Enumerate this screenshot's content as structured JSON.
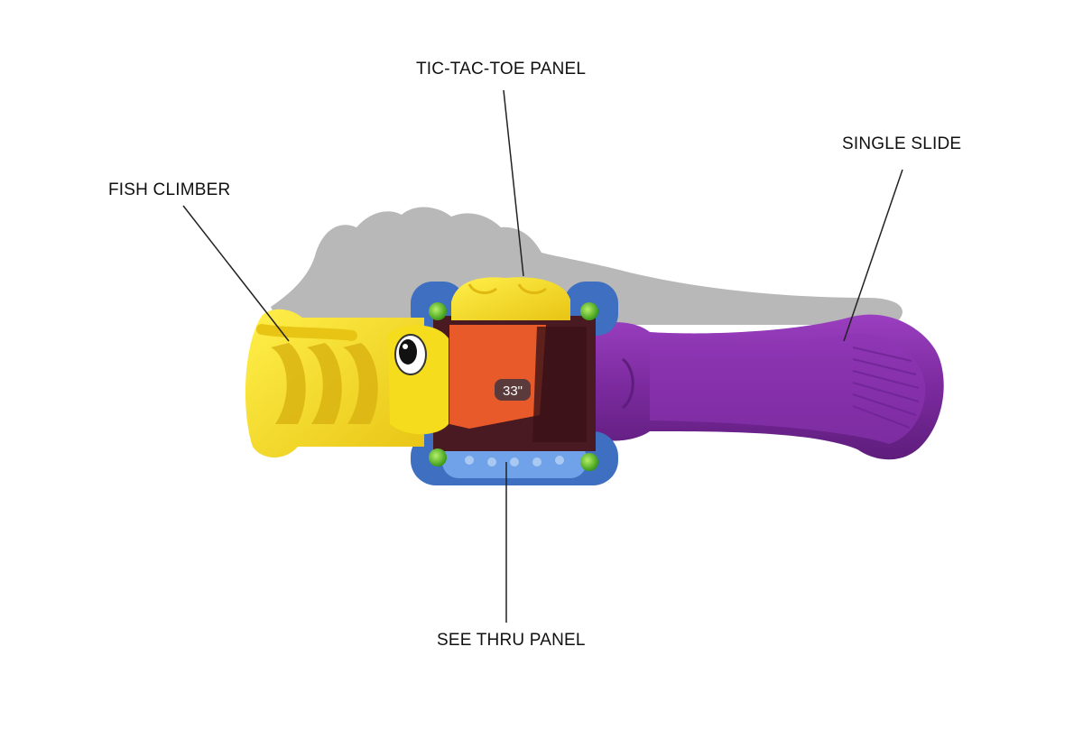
{
  "callouts": {
    "tic_tac_toe": "TIC-TAC-TOE PANEL",
    "single_slide": "SINGLE SLIDE",
    "fish_climber": "FISH CLIMBER",
    "see_thru": "SEE THRU PANEL"
  },
  "deck_height": "33\"",
  "colors": {
    "yellow": "#f5dc1c",
    "purple": "#7b2a9e",
    "blue": "#5b8fd6",
    "orange": "#e85a2a",
    "deck": "#4a1a22",
    "green": "#5fbf2a",
    "shadow": "#b8b8b8",
    "line": "#222222"
  }
}
